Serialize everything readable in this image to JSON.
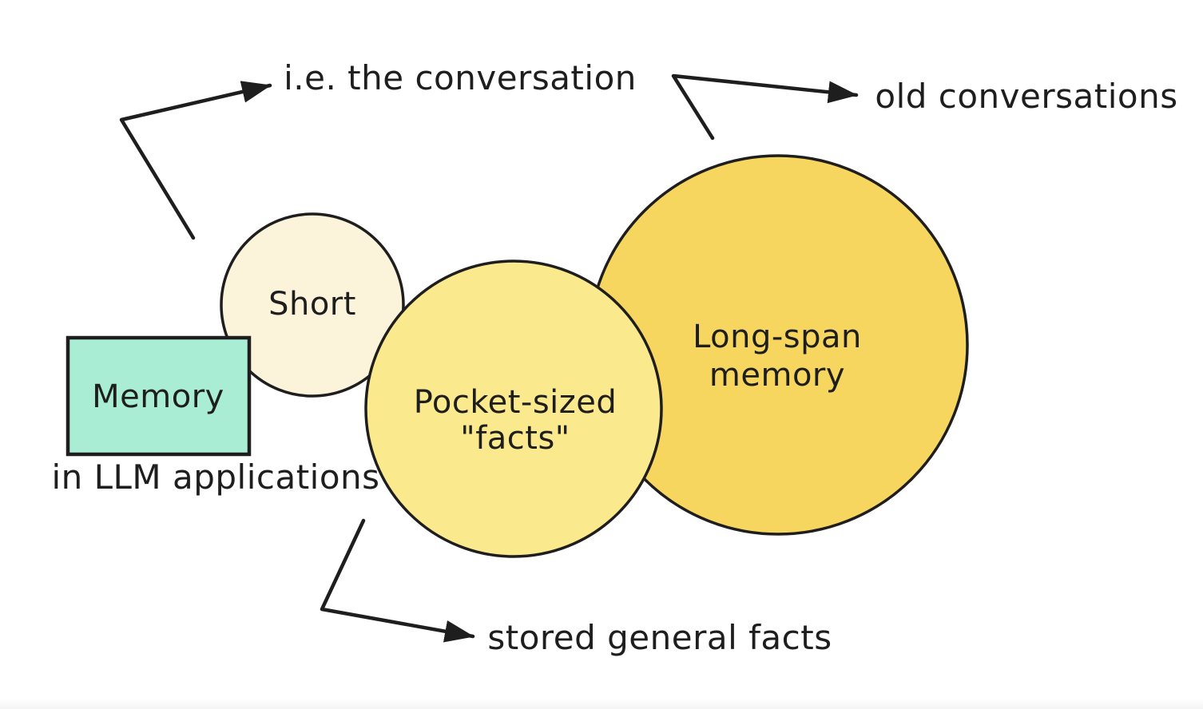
{
  "canvas": {
    "background": "#ffffff",
    "ink": "#1e1e1e"
  },
  "diagram": {
    "memory_box": {
      "label": "Memory",
      "fill": "#a9edd4",
      "stroke": "#1e1e1e"
    },
    "subtitle": "in LLM applications",
    "circles": [
      {
        "id": "short-term",
        "label": "Short",
        "fill": "#fbf3da",
        "stroke": "#1e1e1e"
      },
      {
        "id": "pocket-facts",
        "label_line1": "Pocket-sized",
        "label_line2": "\"facts\"",
        "fill": "#fbe98e",
        "stroke": "#1e1e1e"
      },
      {
        "id": "long-span",
        "label_line1": "Long-span",
        "label_line2": "memory",
        "fill": "#f6d65e",
        "stroke": "#1e1e1e"
      }
    ],
    "annotations": [
      {
        "id": "conversation",
        "text": "i.e. the conversation"
      },
      {
        "id": "old-conversations",
        "text": "old conversations"
      },
      {
        "id": "stored-facts",
        "text": "stored general facts"
      }
    ]
  }
}
